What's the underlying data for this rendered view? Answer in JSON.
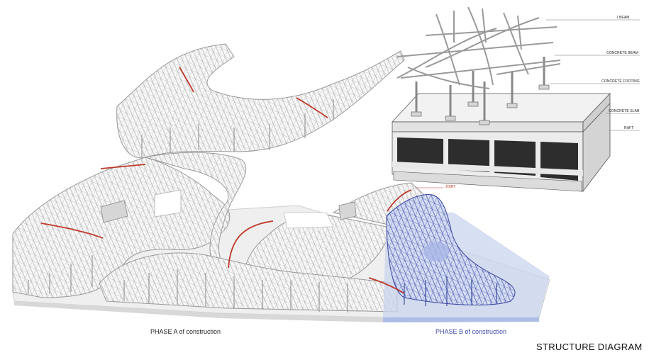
{
  "diagram": {
    "title": "STRUCTURE DIAGRAM",
    "phase_a_label": "PHASE A of construction",
    "phase_b_label": "PHASE B of construction",
    "joint_label": "JOINT",
    "callouts": [
      "I BEAM",
      "CONCRETE BEAM",
      "CONCRETE FOOTING",
      "CONCRETE SLAB",
      "RAFT"
    ]
  },
  "colors": {
    "joint_red": "#c0392b",
    "phase_b_blue": "#3c4aa0",
    "phase_b_overlay": "#c9d4ef",
    "structure_gray": "#b9b9b9",
    "slab_gray": "#efefef"
  }
}
